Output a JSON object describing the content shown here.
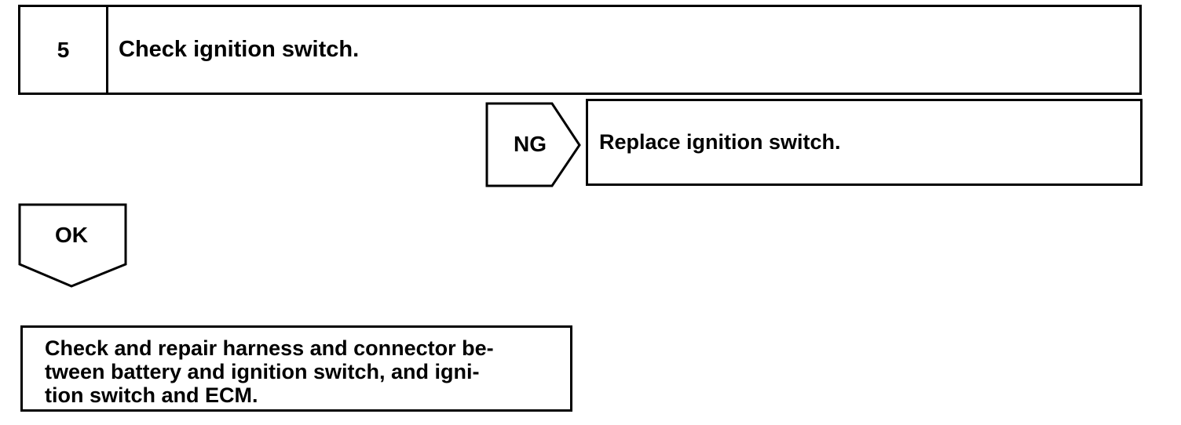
{
  "step": {
    "number": "5",
    "title": "Check ignition switch."
  },
  "ng_branch": {
    "label": "NG",
    "action": "Replace ignition switch."
  },
  "ok_branch": {
    "label": "OK"
  },
  "final_action": {
    "lines": [
      "Check and repair harness and connector be-",
      "tween battery and ignition switch, and igni-",
      "tion switch and ECM."
    ]
  }
}
